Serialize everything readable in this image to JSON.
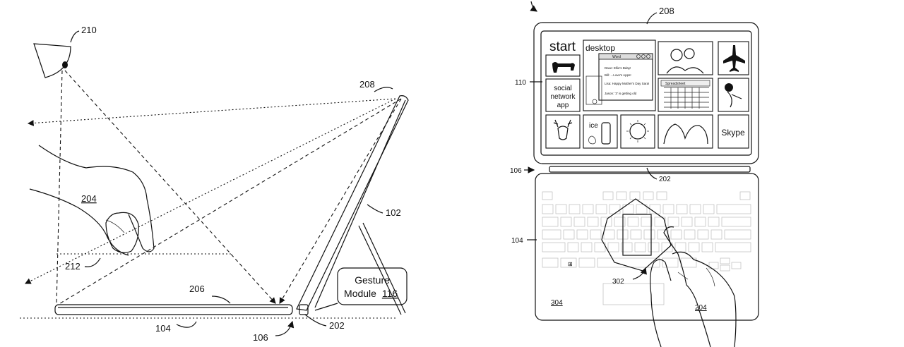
{
  "left_figure": {
    "refs": [
      "210",
      "204",
      "212",
      "206",
      "208",
      "102",
      "104",
      "106",
      "202"
    ],
    "gesture_box": {
      "line1": "Gesture",
      "line2": "Module",
      "num": "116"
    }
  },
  "right_figure": {
    "refs": {
      "r208": "208",
      "r110": "110",
      "r106": "106",
      "r202": "202",
      "r104": "104",
      "r302": "302",
      "r304": "304",
      "r204": "204"
    },
    "screen": {
      "start": "start",
      "desktop": "desktop",
      "social": [
        "social",
        "network",
        "app"
      ],
      "ice": "ice",
      "skype": "Skype",
      "window_title": "Word",
      "spreadsheet_title": "Spreadsheet",
      "win_lines": [
        "Dave: Ellie's Bday!",
        "Bill: ...Love's Apps!",
        "Lisa: Happy Mother's Day Sara!",
        "Jason: '3' is getting old"
      ]
    }
  }
}
